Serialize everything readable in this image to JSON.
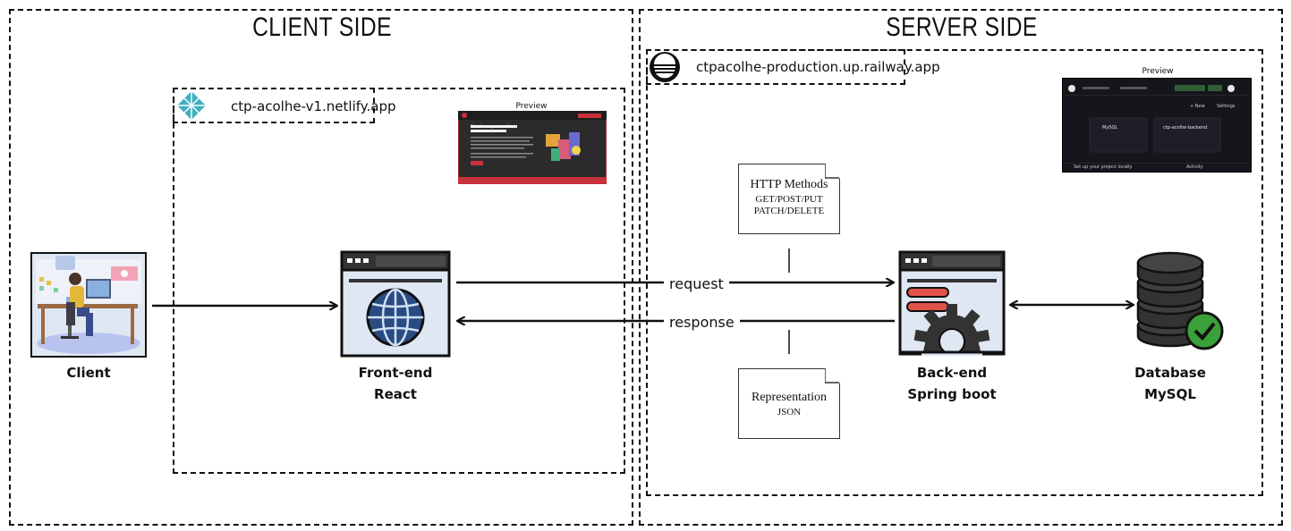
{
  "client_side": {
    "title": "CLIENT SIDE"
  },
  "server_side": {
    "title": "SERVER SIDE"
  },
  "netlify": {
    "host": "ctp-acolhe-v1.netlify.app",
    "preview_label": "Preview"
  },
  "railway": {
    "host": "ctpacolhe-production.up.railway.app",
    "preview_label": "Preview"
  },
  "nodes": {
    "client": {
      "label": "Client"
    },
    "frontend": {
      "label": "Front-end",
      "sublabel": "React"
    },
    "backend": {
      "label": "Back-end",
      "sublabel": "Spring boot"
    },
    "database": {
      "label": "Database",
      "sublabel": "MySQL"
    }
  },
  "arrows": {
    "request": "request",
    "response": "response"
  },
  "notes": {
    "http": {
      "title": "HTTP Methods",
      "line1": "GET/POST/PUT",
      "line2": "PATCH/DELETE"
    },
    "repr": {
      "title": "Representation",
      "line1": "JSON"
    }
  },
  "netlify_preview": {
    "heading": "Plataforma para acolher estudantes"
  },
  "railway_preview": {
    "card1_title": "MySQL",
    "card2_title": "ctp-acolhe-backend",
    "footer": "Set up your project locally",
    "activity": "Activity",
    "new": "+ New",
    "settings": "Settings"
  },
  "colors": {
    "accent_red": "#c8323c",
    "db_green": "#3aa03a",
    "ink": "#111111"
  }
}
